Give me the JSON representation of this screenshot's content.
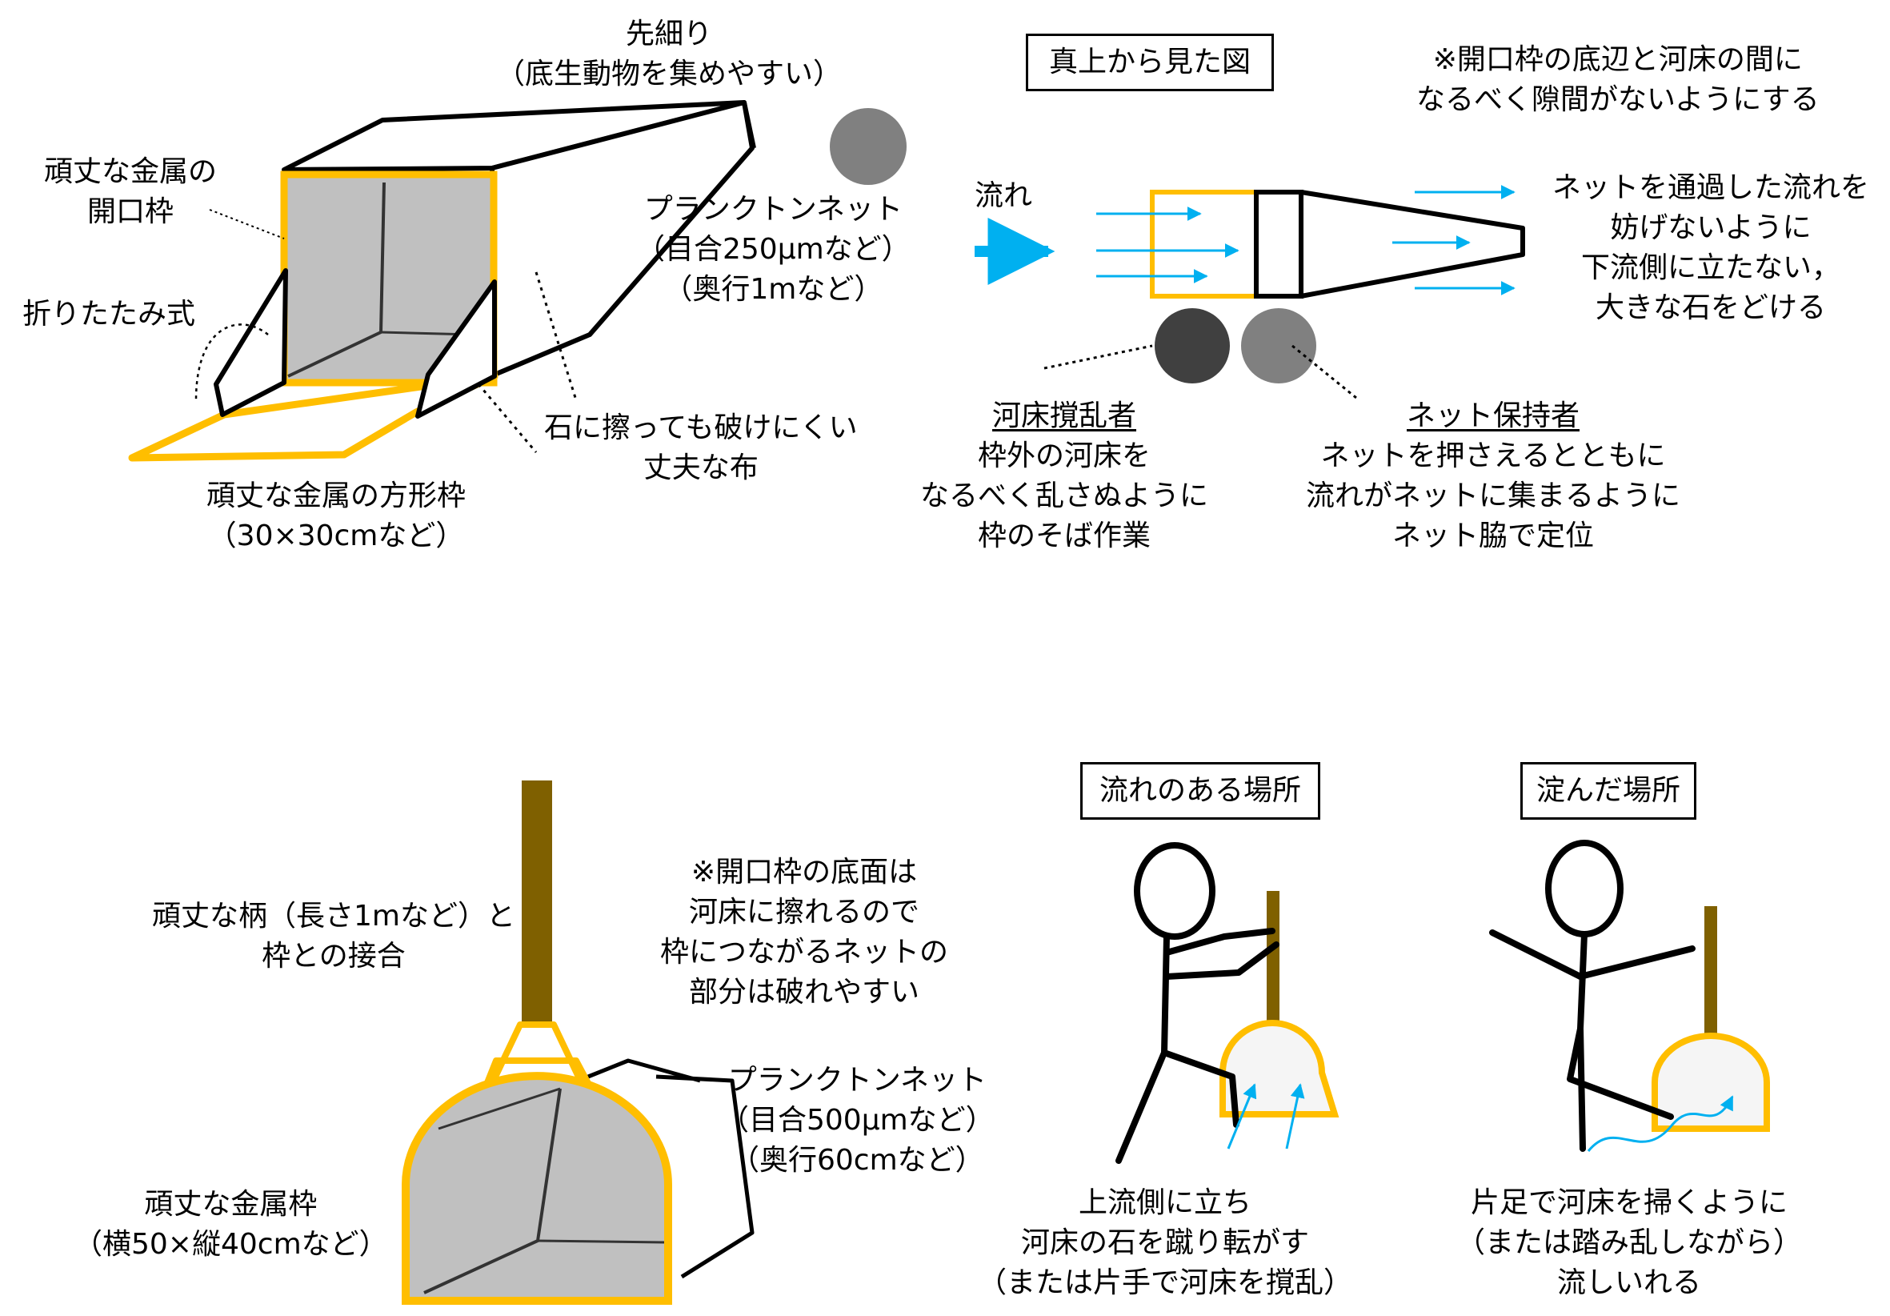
{
  "colors": {
    "frame": "#FFBE00",
    "net_fill": "#C0C0C0",
    "handle": "#7F6000",
    "flow_arrow": "#00B0F0",
    "stone_dark": "#404040",
    "stone_gray": "#808080"
  },
  "surber_net": {
    "label_taper": [
      "先細り",
      "（底生動物を集めやすい）"
    ],
    "label_open_frame": [
      "頑丈な金属の",
      "開口枠"
    ],
    "label_folding": "折りたたみ式",
    "label_plankton_net": [
      "プランクトンネット",
      "（目合250μmなど）",
      "（奥行1mなど）"
    ],
    "label_cloth": [
      "石に擦っても破けにくい",
      "丈夫な布"
    ],
    "label_square_frame": [
      "頑丈な金属の方形枠",
      "（30×30cmなど）"
    ]
  },
  "top_view": {
    "title": "真上から見た図",
    "note": [
      "※開口枠の底辺と河床の間に",
      "なるべく隙間がないようにする"
    ],
    "flow_label": "流れ",
    "downstream_note": [
      "ネットを通過した流れを",
      "妨げないように",
      "下流側に立たない，",
      "大きな石をどける"
    ],
    "disturber_title": "河床撹乱者",
    "disturber_desc": [
      "枠外の河床を",
      "なるべく乱さぬように",
      "枠のそば作業"
    ],
    "holder_title": "ネット保持者",
    "holder_desc": [
      "ネットを押さえるとともに",
      "流れがネットに集まるように",
      "ネット脇で定位"
    ]
  },
  "d_frame_net": {
    "label_handle": [
      "頑丈な柄（長さ1mなど）と",
      "枠との接合"
    ],
    "note": [
      "※開口枠の底面は",
      "河床に擦れるので",
      "枠につながるネットの",
      "部分は破れやすい"
    ],
    "label_plankton_net": [
      "プランクトンネット",
      "（目合500μmなど）",
      "（奥行60cmなど）"
    ],
    "label_frame": [
      "頑丈な金属枠",
      "（横50×縦40cmなど）"
    ]
  },
  "flowing_site": {
    "title": "流れのある場所",
    "desc": [
      "上流側に立ち",
      "河床の石を蹴り転がす",
      "（または片手で河床を撹乱）"
    ]
  },
  "still_site": {
    "title": "淀んだ場所",
    "desc": [
      "片足で河床を掃くように",
      "（または踏み乱しながら）",
      "流しいれる"
    ]
  }
}
